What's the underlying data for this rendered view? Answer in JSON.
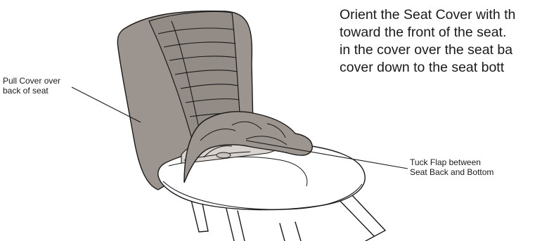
{
  "instructions": {
    "lines": [
      "Orient the Seat Cover with th",
      "toward the front of the seat.",
      "in the cover over the seat ba",
      "cover down to the seat bott"
    ]
  },
  "callouts": {
    "pull_cover": {
      "lines": [
        "Pull Cover over",
        "back of seat"
      ]
    },
    "tuck_flap": {
      "lines": [
        "Tuck Flap between",
        "Seat Back and Bottom"
      ]
    }
  },
  "colors": {
    "cover": "#9c948f",
    "cover_shadow": "#857d78",
    "flap": "#d8d3cf",
    "outline": "#1a1a1a"
  }
}
